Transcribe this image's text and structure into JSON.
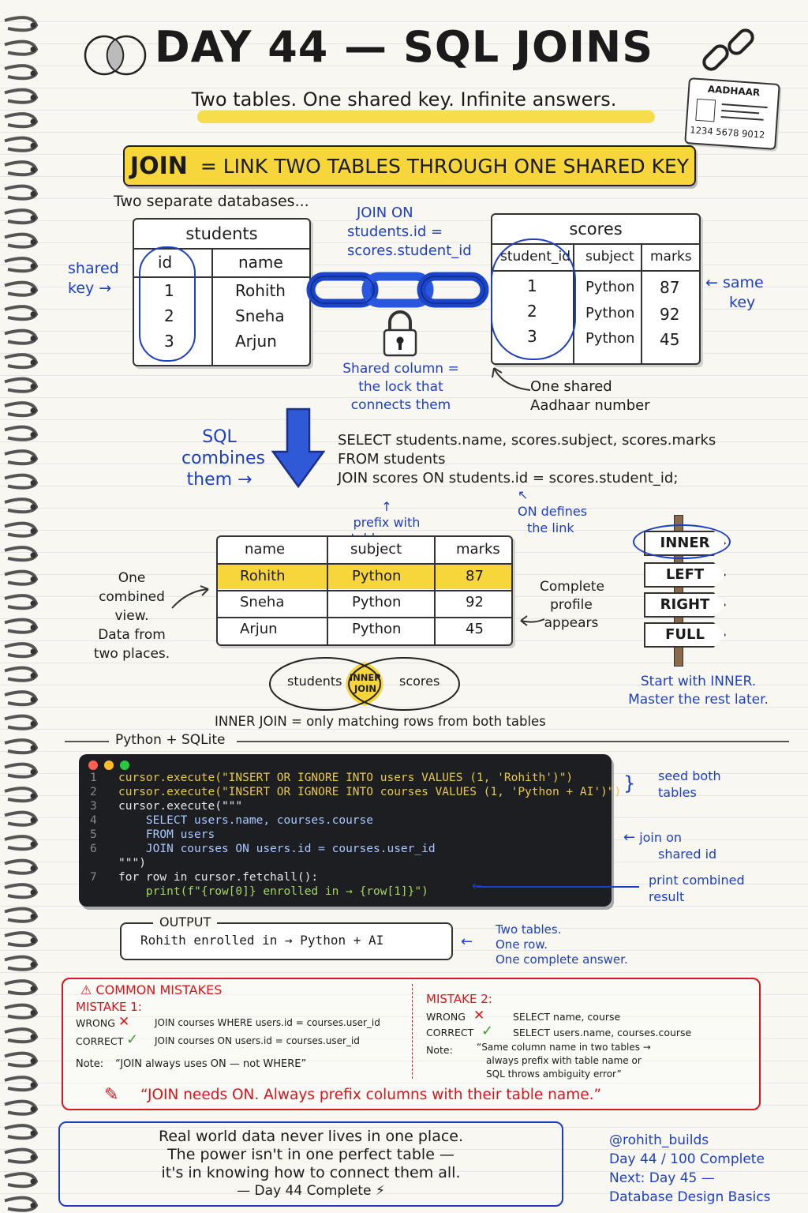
{
  "header": {
    "title": "DAY 44 — SQL JOINS",
    "subtitle": "Two tables. One shared key. Infinite answers.",
    "id_card_label": "AADHAAR",
    "id_card_number": "1234 5678 9012"
  },
  "banner": {
    "word": "JOIN",
    "rest": "= LINK TWO TABLES THROUGH ONE SHARED KEY"
  },
  "diagram": {
    "intro": "Two separate databases...",
    "join_on_line1": "JOIN ON",
    "join_on_line2": "students.id =",
    "join_on_line3": "scores.student_id",
    "shared_key_left_1": "shared",
    "shared_key_left_2": "key",
    "same_key_right_1": "same",
    "same_key_right_2": "key",
    "lock_note_1": "Shared column =",
    "lock_note_2": "the lock that",
    "lock_note_3": "connects them",
    "aadhaar_note_1": "One shared",
    "aadhaar_note_2": "Aadhaar number",
    "students_table": {
      "title": "students",
      "headers": [
        "id",
        "name"
      ],
      "rows": [
        [
          "1",
          "Rohith"
        ],
        [
          "2",
          "Sneha"
        ],
        [
          "3",
          "Arjun"
        ]
      ]
    },
    "scores_table": {
      "title": "scores",
      "headers": [
        "student_id",
        "subject",
        "marks"
      ],
      "rows": [
        [
          "1",
          "Python",
          "87"
        ],
        [
          "2",
          "Python",
          "92"
        ],
        [
          "3",
          "Python",
          "45"
        ]
      ]
    }
  },
  "sql": {
    "combine_1": "SQL",
    "combine_2": "combines",
    "combine_3": "them →",
    "line1": "SELECT students.name, scores.subject, scores.marks",
    "line2": "FROM students",
    "line3": "JOIN scores ON students.id = scores.student_id;",
    "note_prefix_1": "prefix with",
    "note_prefix_2": "table name",
    "note_on_1": "ON defines",
    "note_on_2": "the link"
  },
  "result": {
    "headers": [
      "name",
      "subject",
      "marks"
    ],
    "rows": [
      [
        "Rohith",
        "Python",
        "87"
      ],
      [
        "Sneha",
        "Python",
        "92"
      ],
      [
        "Arjun",
        "Python",
        "45"
      ]
    ],
    "left_note_1": "One combined",
    "left_note_2": "view.",
    "left_note_3": "Data from",
    "left_note_4": "two places.",
    "right_note_1": "Complete",
    "right_note_2": "profile",
    "right_note_3": "appears",
    "venn_left": "students",
    "venn_mid_1": "INNER",
    "venn_mid_2": "JOIN",
    "venn_right": "scores",
    "venn_caption": "INNER JOIN = only matching rows from both tables"
  },
  "signpost": {
    "items": [
      "INNER",
      "LEFT",
      "RIGHT",
      "FULL"
    ],
    "note_1": "Start with INNER.",
    "note_2": "Master the rest later."
  },
  "python": {
    "section_label": "Python + SQLite",
    "code_lines": [
      {
        "n": "1",
        "text": "cursor.execute(\"INSERT OR IGNORE INTO users VALUES (1, 'Rohith')\")"
      },
      {
        "n": "2",
        "text": "cursor.execute(\"INSERT OR IGNORE INTO courses VALUES (1, 'Python + AI')\")"
      },
      {
        "n": "3",
        "text": "cursor.execute(\"\"\""
      },
      {
        "n": "4",
        "text": "    SELECT users.name, courses.course"
      },
      {
        "n": "5",
        "text": "    FROM users"
      },
      {
        "n": "6",
        "text": "    JOIN courses ON users.id = courses.user_id"
      },
      {
        "n": "",
        "text": "\"\"\")"
      },
      {
        "n": "7",
        "text": "for row in cursor.fetchall():"
      },
      {
        "n": "",
        "text": "    print(f\"{row[0]} enrolled in → {row[1]}\")"
      }
    ],
    "note_seed_1": "seed both",
    "note_seed_2": "tables",
    "note_join_1": "join on",
    "note_join_2": "shared id",
    "note_print_1": "print combined",
    "note_print_2": "result"
  },
  "output": {
    "label": "OUTPUT",
    "text": "Rohith enrolled in → Python + AI",
    "note_1": "Two tables.",
    "note_2": "One row.",
    "note_3": "One complete answer."
  },
  "mistakes": {
    "title": "⚠ COMMON MISTAKES",
    "m1_title": "MISTAKE 1:",
    "m1_wrong_label": "WRONG",
    "m1_wrong": "JOIN courses WHERE users.id = courses.user_id",
    "m1_correct_label": "CORRECT",
    "m1_correct": "JOIN courses ON users.id = courses.user_id",
    "m1_note_label": "Note:",
    "m1_note": "“JOIN always uses ON — not WHERE”",
    "m2_title": "MISTAKE 2:",
    "m2_wrong_label": "WRONG",
    "m2_wrong": "SELECT name, course",
    "m2_correct_label": "CORRECT",
    "m2_correct": "SELECT users.name, courses.course",
    "m2_note_label": "Note:",
    "m2_note_1": "“Same column name in two tables →",
    "m2_note_2": "always prefix with table name or",
    "m2_note_3": "SQL throws ambiguity error”",
    "quote": "“JOIN needs ON. Always prefix columns with their table name.”"
  },
  "footer": {
    "line1": "Real world data never lives in one place.",
    "line2": "The power isn't in one perfect table —",
    "line3": "it's in knowing how to connect them all.",
    "line4": "— Day 44 Complete ⚡",
    "handle": "@rohith_builds",
    "progress": "Day 44 / 100 Complete",
    "next_1": "Next: Day 45 —",
    "next_2": "Database Design Basics"
  }
}
